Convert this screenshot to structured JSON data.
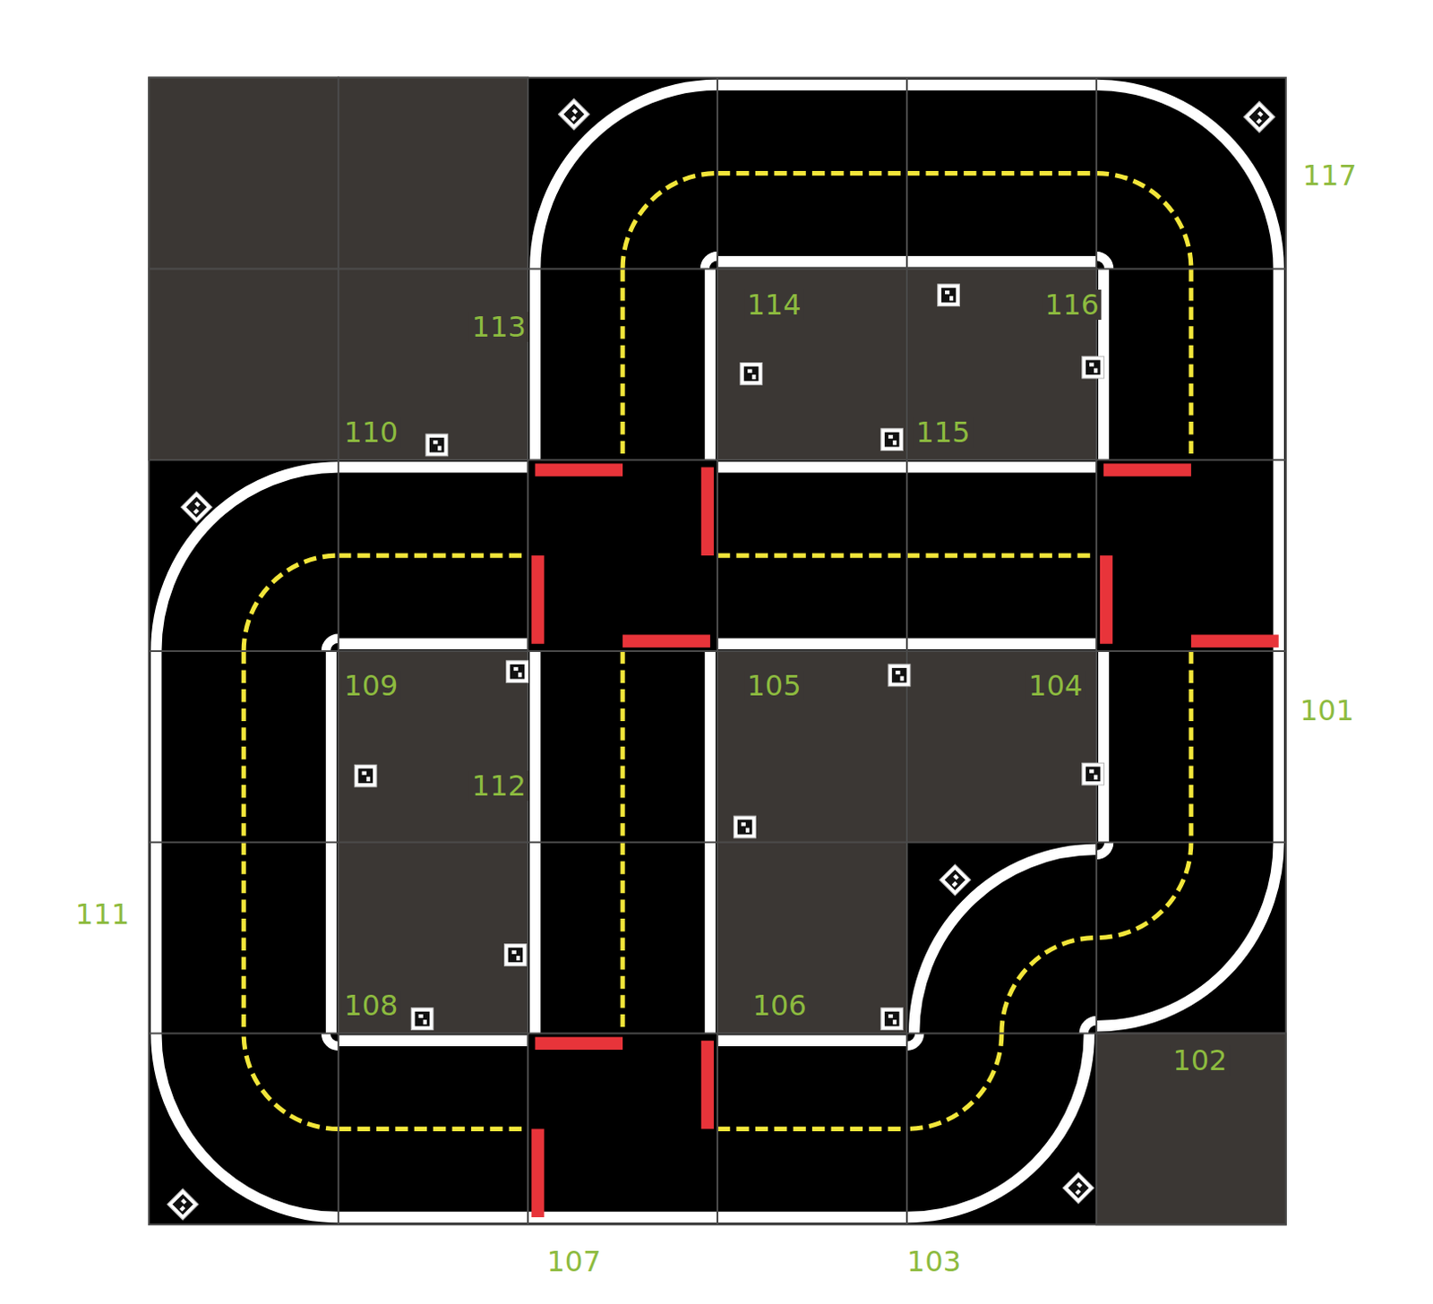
{
  "diagram": {
    "labels": [
      "117",
      "114",
      "116",
      "113",
      "110",
      "115",
      "109",
      "105",
      "104",
      "101",
      "112",
      "111",
      "108",
      "106",
      "102",
      "107",
      "103"
    ]
  }
}
